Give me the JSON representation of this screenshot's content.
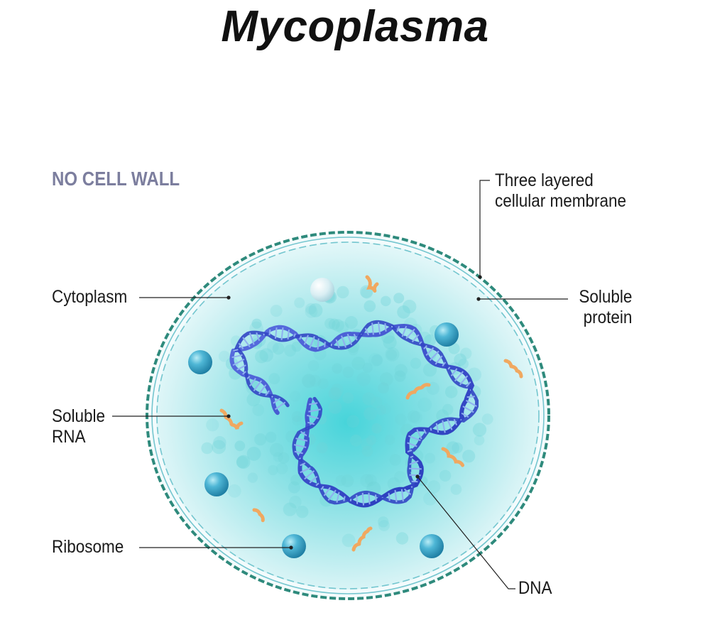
{
  "title": "Mycoplasma",
  "note": "NO CELL WALL",
  "labels": {
    "cytoplasm": "Cytoplasm",
    "soluble_rna_line1": "Soluble",
    "soluble_rna_line2": "RNA",
    "ribosome": "Ribosome",
    "membrane_line1": "Three layered",
    "membrane_line2": "cellular membrane",
    "protein_line1": "Soluble",
    "protein_line2": "protein",
    "dna": "DNA"
  },
  "colors": {
    "membrane_outer": "#2e8a7c",
    "membrane_inner": "#7ccfd6",
    "cytoplasm_core": "#56d6dc",
    "cytoplasm_edge": "#dff6f8",
    "ribosome": "#3fa8c8",
    "rna": "#f0a860",
    "dna_backbone": "#3a4fc8",
    "dna_rungs": "#7ea0ea",
    "note_text": "#7c7e9e"
  }
}
